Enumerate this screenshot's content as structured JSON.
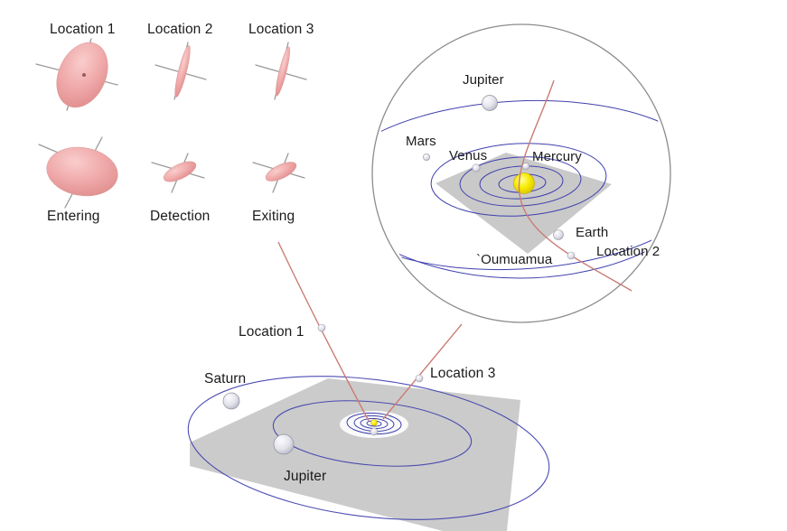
{
  "colors": {
    "ellipsoid_pink": "#f0a8a8",
    "ellipsoid_pink_dark": "#e59393",
    "orbit_blue": "#3f3fae",
    "trajectory_red": "#c97d75",
    "plane_gray": "#cbcbcb",
    "sun_yellow": "#f2e200",
    "circle_outline_gray": "#8c8c8c",
    "axis_line_gray": "#9a9a9a",
    "label_color": "#1b1b1b",
    "planet_sphere": "#d8d8e2"
  },
  "shape_panel": {
    "row_top": [
      {
        "label": "Location 1"
      },
      {
        "label": "Location 2"
      },
      {
        "label": "Location 3"
      }
    ],
    "row_bottom": [
      {
        "label": "Entering"
      },
      {
        "label": "Detection"
      },
      {
        "label": "Exiting"
      }
    ]
  },
  "inset_view": {
    "labels": {
      "jupiter": "Jupiter",
      "mars": "Mars",
      "venus": "Venus",
      "mercury": "Mercury",
      "earth": "Earth",
      "oumuamua": "`Oumuamua",
      "location_2": "Location 2"
    }
  },
  "outer_view": {
    "labels": {
      "location_1": "Location 1",
      "saturn": "Saturn",
      "location_3": "Location 3",
      "jupiter": "Jupiter"
    }
  }
}
